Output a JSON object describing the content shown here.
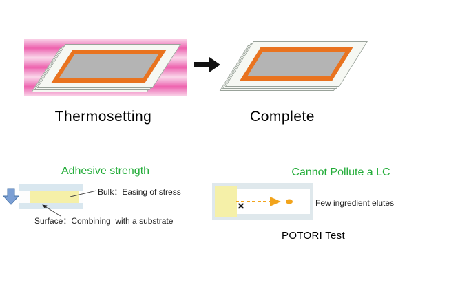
{
  "top": {
    "left_label": "Thermosetting",
    "right_label": "Complete"
  },
  "bottom_left": {
    "title": "Adhesive strength",
    "bulk_label": "Bulk：Easing of stress",
    "surface_label": "Surface：Combining  with a substrate"
  },
  "bottom_right": {
    "title": "Cannot Pollute a LC",
    "blocked_mark": "×",
    "elute_label": "Few ingredient elutes",
    "test_label": "POTORI Test"
  },
  "icons": {
    "process_arrow": "right-arrow",
    "press_arrow": "down-arrow",
    "elution_arrow": "dashed-right-arrow",
    "ingredient_dot": "orange-dot"
  },
  "colors": {
    "accent_green": "#22ac38",
    "frame_orange": "#e9731f",
    "heat_pink": "#ee62ae",
    "press_arrow_blue": "#7b9fd4",
    "adhesive_yellow": "#f5f0a8",
    "substrate_blue": "#d9e7ef",
    "elution_orange": "#f2a41c",
    "panel_gray": "#b4b4b4"
  }
}
